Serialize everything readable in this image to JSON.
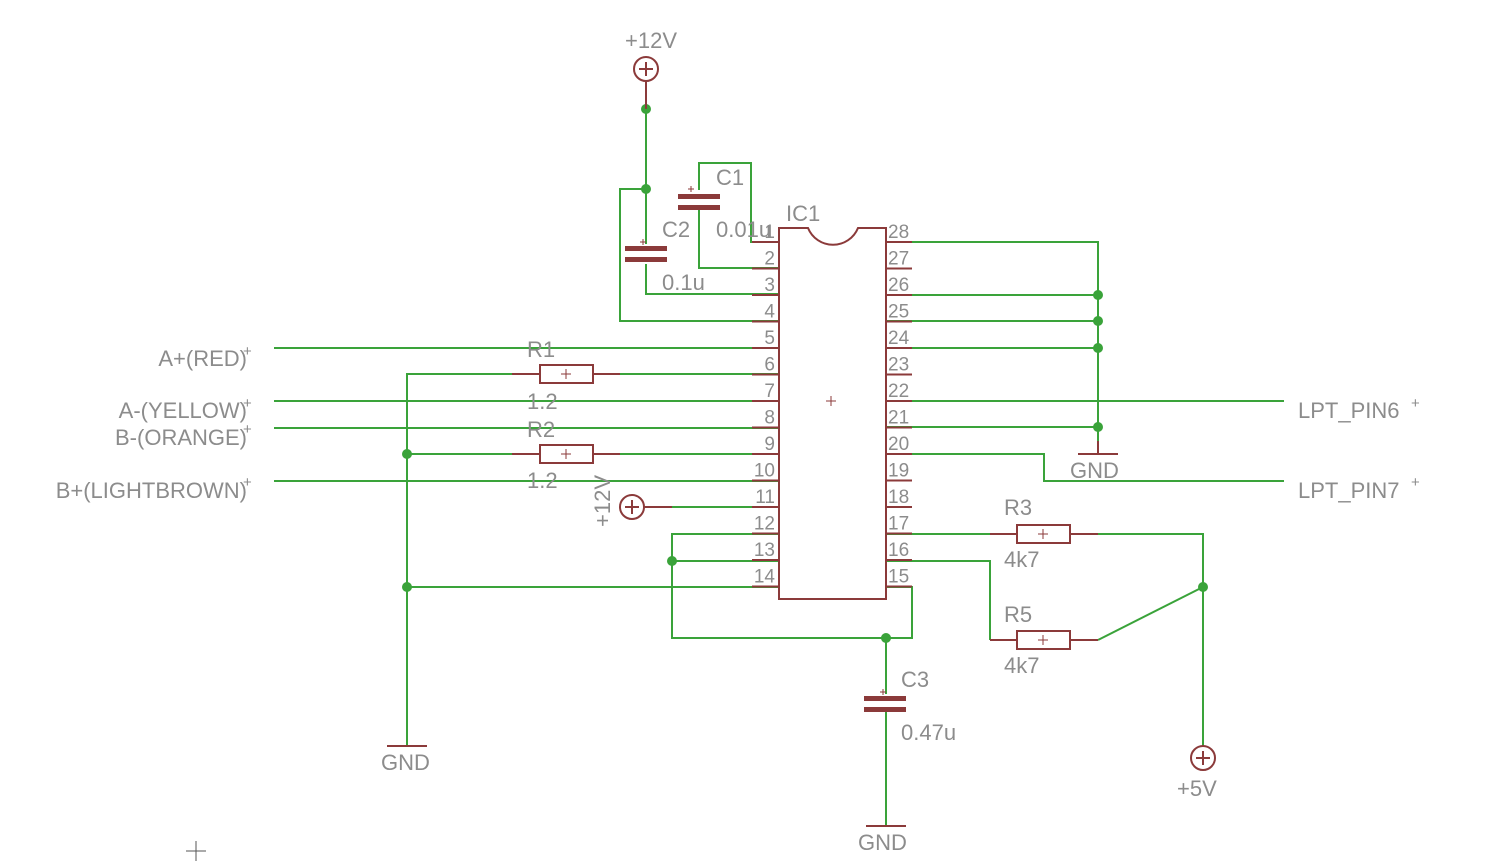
{
  "ic": {
    "name": "IC1",
    "left_pins": [
      "1",
      "2",
      "3",
      "4",
      "5",
      "6",
      "7",
      "8",
      "9",
      "10",
      "11",
      "12",
      "13",
      "14"
    ],
    "right_pins": [
      "28",
      "27",
      "26",
      "25",
      "24",
      "23",
      "22",
      "21",
      "20",
      "19",
      "18",
      "17",
      "16",
      "15"
    ]
  },
  "capacitors": {
    "c1": {
      "name": "C1",
      "value": "0.01u"
    },
    "c2": {
      "name": "C2",
      "value": "0.1u"
    },
    "c3": {
      "name": "C3",
      "value": "0.47u"
    }
  },
  "resistors": {
    "r1": {
      "name": "R1",
      "value": "1.2"
    },
    "r2": {
      "name": "R2",
      "value": "1.2"
    },
    "r3": {
      "name": "R3",
      "value": "4k7"
    },
    "r5": {
      "name": "R5",
      "value": "4k7"
    }
  },
  "supplies": {
    "top_12v": "+12V",
    "mid_12v": "+12V",
    "plus_5v": "+5V",
    "gnd_right": "GND",
    "gnd_left": "GND",
    "gnd_bottom": "GND"
  },
  "nets": {
    "a_plus": "A+(RED)",
    "a_minus": "A-(YELLOW)",
    "b_minus": "B-(ORANGE)",
    "b_plus": "B+(LIGHTBROWN)",
    "lpt6": "LPT_PIN6",
    "lpt7": "LPT_PIN7"
  },
  "colors": {
    "wire": "#3aa33a",
    "part": "#8b3a3a",
    "text": "#8c8c8c"
  }
}
